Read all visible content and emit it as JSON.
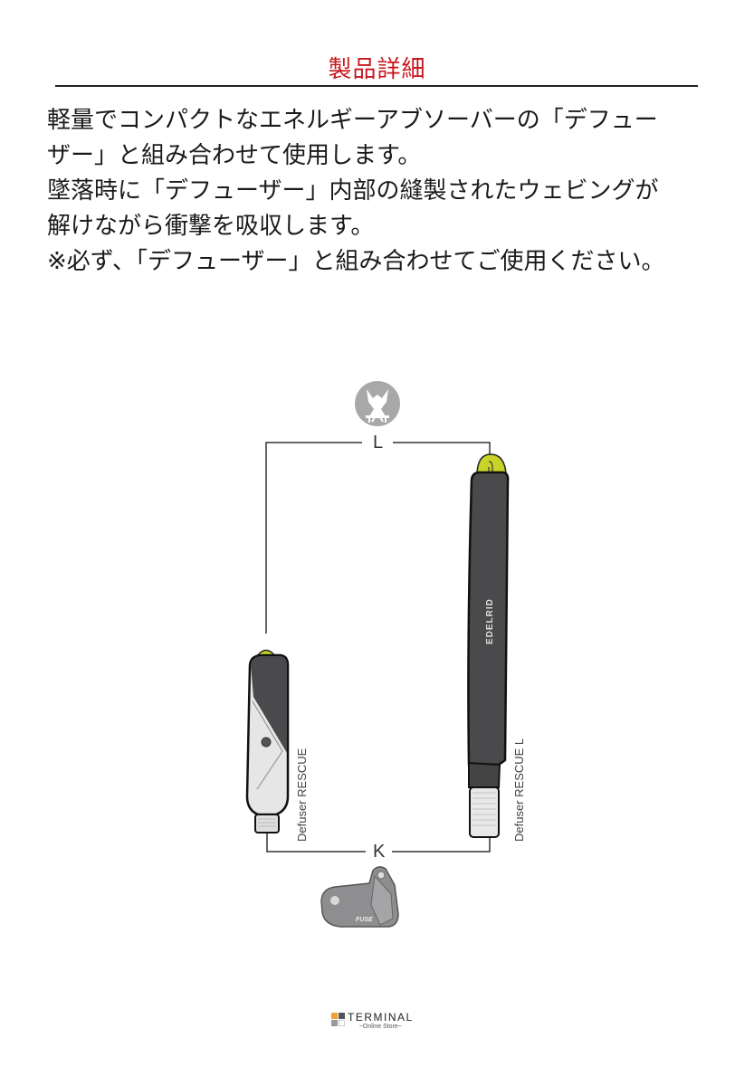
{
  "section": {
    "title": "製品詳細"
  },
  "description": {
    "lines": [
      "軽量でコンパクトなエネルギーアブソーバーの「デフュー",
      "ザー」と組み合わせて使用します。",
      "墜落時に「デフューザー」内部の縫製されたウェビングが",
      "解けながら衝撃を吸収します。",
      "※必ず、「デフューザー」と組み合わせてご使用ください。"
    ]
  },
  "diagram": {
    "top_icon": "harness-icon",
    "top_dimension_label": "L",
    "bottom_dimension_label": "K",
    "left_product_label": "Defuser RESCUE",
    "right_product_label": "Defuser RESCUE L",
    "right_product_brand": "EDELRID",
    "bottom_device": "belay-device-icon",
    "bottom_device_text": "FUSE",
    "colors": {
      "accent_yellow": "#c8d42a",
      "body_dark": "#4a4a4c",
      "body_light": "#e6e6e6",
      "line": "#333333",
      "icon_gray": "#a8a8a8"
    }
  },
  "footer": {
    "logo_main": "TERMINAL",
    "logo_sub": "~Online Store~",
    "logo_colors": [
      "#f0a030",
      "#555555",
      "#999999",
      "#ffffff"
    ]
  }
}
